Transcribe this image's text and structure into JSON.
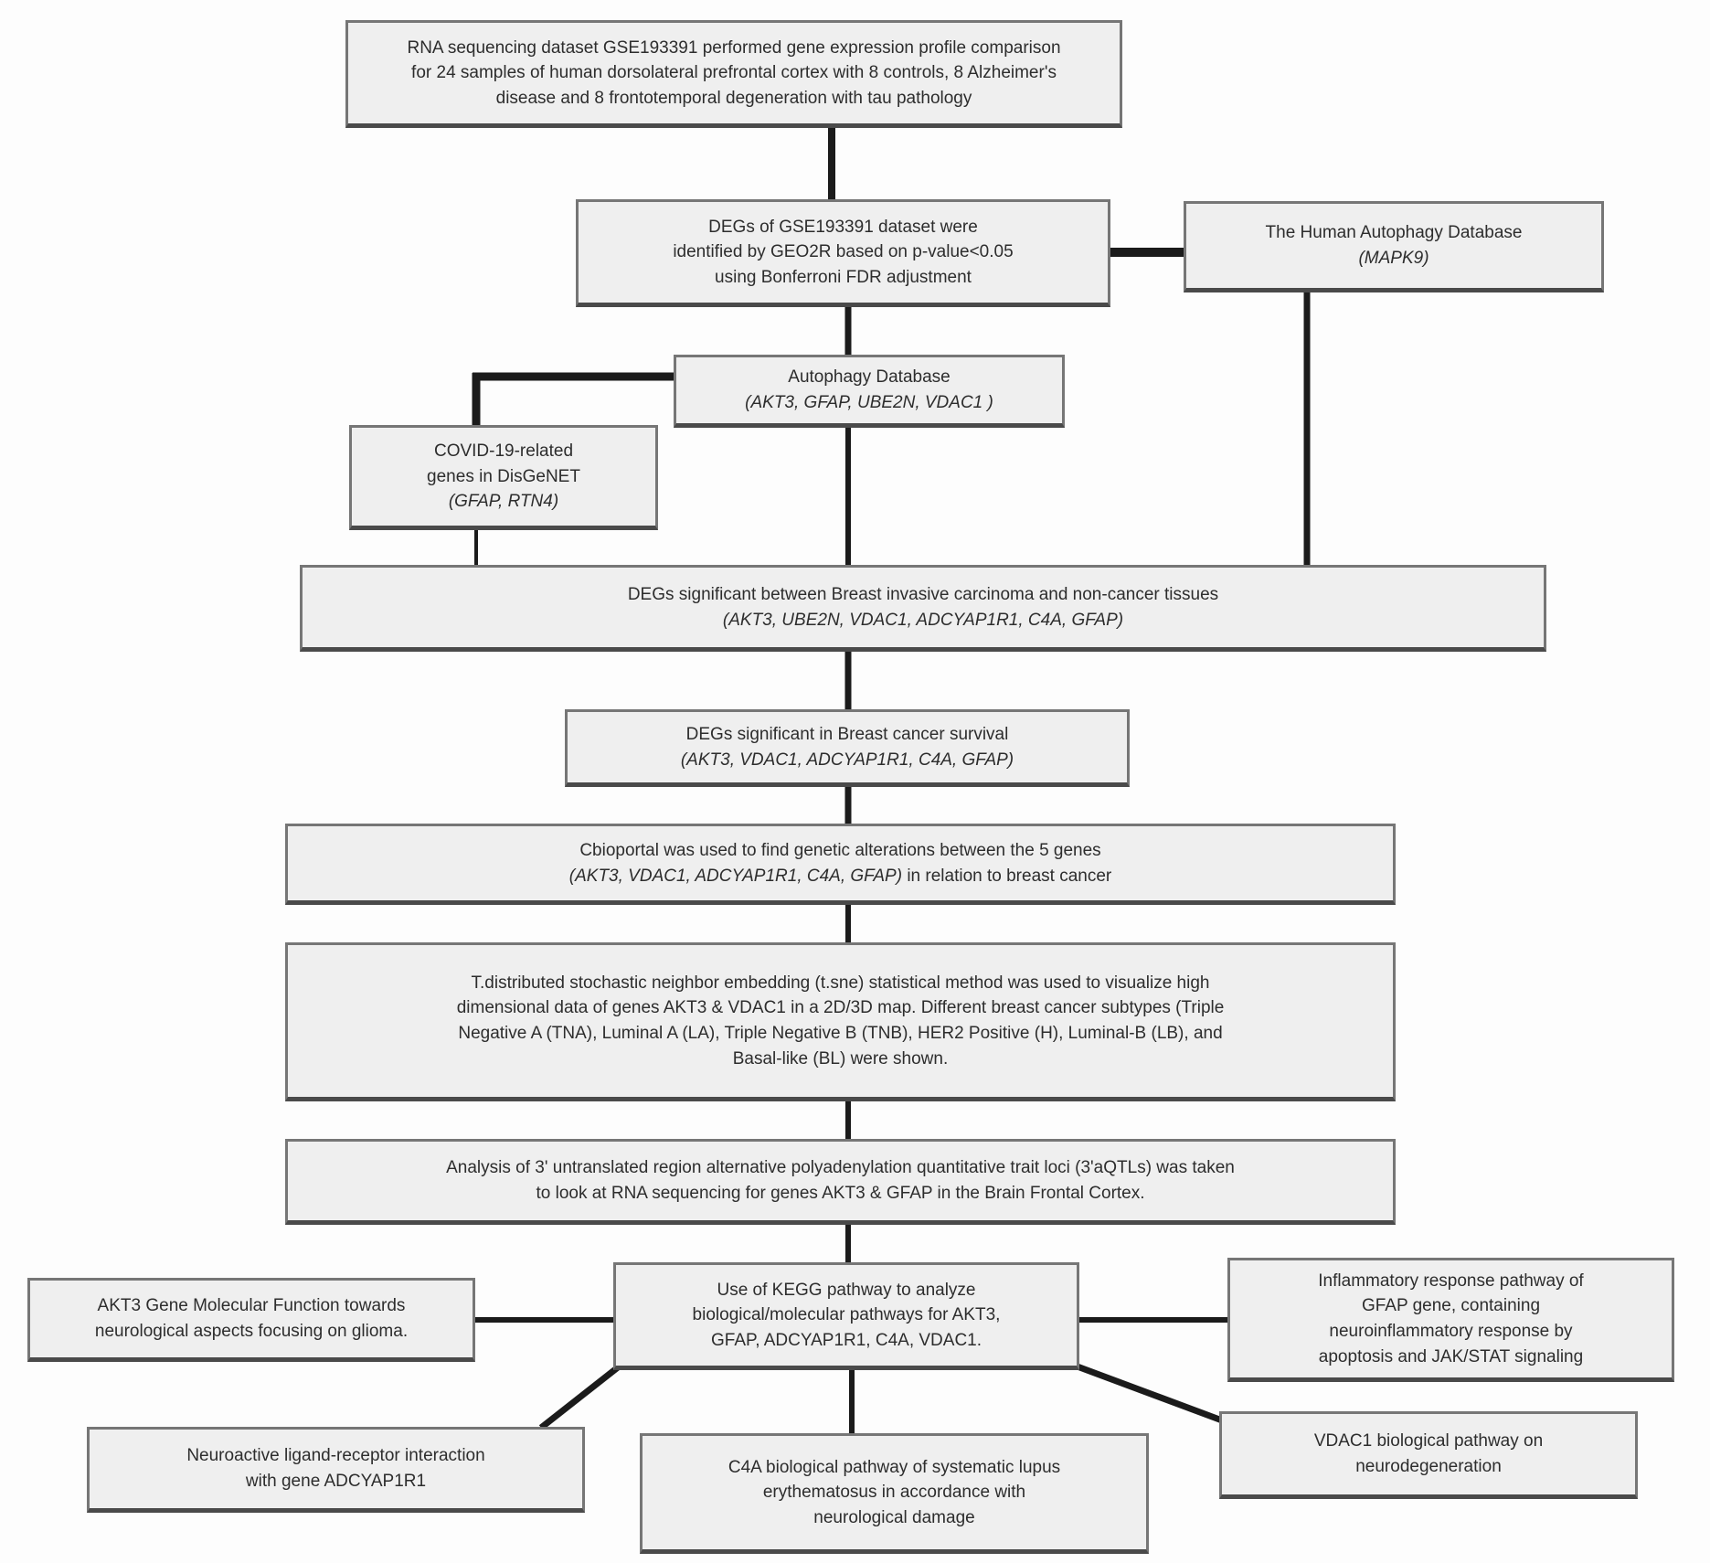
{
  "flowchart": {
    "colors": {
      "box_fill": "#efefef",
      "box_border": "#767676",
      "connector": "#1b1b1b",
      "text": "#2d2d2d",
      "background": "#fdfdfd"
    },
    "boxes": {
      "rna_dataset": {
        "lines": [
          "RNA sequencing dataset GSE193391 performed gene expression profile comparison",
          "for 24 samples of human dorsolateral prefrontal cortex with 8 controls, 8 Alzheimer's",
          "disease and 8 frontotemporal degeneration with tau pathology"
        ]
      },
      "degs_geo2r": {
        "lines": [
          "DEGs of GSE193391 dataset were",
          "identified by GEO2R based on p-value<0.05",
          "using Bonferroni FDR adjustment"
        ]
      },
      "human_autophagy_db": {
        "title": "The Human Autophagy Database",
        "genes": "(MAPK9)"
      },
      "autophagy_db": {
        "title": "Autophagy Database",
        "genes": "(AKT3, GFAP, UBE2N, VDAC1 )"
      },
      "covid_disgenet": {
        "lines": [
          "COVID-19-related",
          "genes in DisGeNET"
        ],
        "genes": "(GFAP, RTN4)"
      },
      "brca_degs": {
        "title": "DEGs significant between Breast invasive carcinoma and non-cancer tissues",
        "genes": "(AKT3, UBE2N, VDAC1, ADCYAP1R1, C4A, GFAP)"
      },
      "survival_degs": {
        "title": "DEGs significant in Breast cancer survival",
        "genes": "(AKT3, VDAC1, ADCYAP1R1, C4A, GFAP)"
      },
      "cbioportal": {
        "title": "Cbioportal was used to find genetic alterations between the 5 genes",
        "genes": "(AKT3, VDAC1, ADCYAP1R1, C4A, GFAP)",
        "suffix": " in relation to breast cancer"
      },
      "tsne": {
        "lines": [
          "T.distributed stochastic neighbor embedding (t.sne) statistical method was used to visualize high",
          "dimensional data of genes AKT3 & VDAC1 in a 2D/3D map. Different breast cancer subtypes (Triple",
          "Negative A (TNA), Luminal A (LA), Triple Negative B (TNB), HER2 Positive (H), Luminal-B (LB), and",
          "Basal-like (BL) were shown."
        ]
      },
      "aqtl": {
        "lines": [
          "Analysis of 3' untranslated region alternative polyadenylation quantitative trait loci (3'aQTLs) was taken",
          "to look at RNA sequencing for genes AKT3 & GFAP in the Brain Frontal Cortex."
        ]
      },
      "kegg": {
        "lines": [
          "Use of KEGG pathway to analyze",
          "biological/molecular pathways for AKT3,",
          "GFAP, ADCYAP1R1, C4A, VDAC1."
        ]
      },
      "akt3_glioma": {
        "lines": [
          "AKT3 Gene Molecular Function towards",
          "neurological aspects focusing on glioma."
        ]
      },
      "inflammatory": {
        "lines": [
          "Inflammatory response pathway of",
          "GFAP gene, containing",
          "neuroinflammatory response  by",
          "apoptosis and JAK/STAT signaling"
        ]
      },
      "neuroactive": {
        "lines": [
          "Neuroactive ligand-receptor interaction",
          "with gene ADCYAP1R1"
        ]
      },
      "c4a_lupus": {
        "lines": [
          "C4A biological pathway of  systematic lupus",
          "erythematosus in accordance with",
          "neurological damage"
        ]
      },
      "vdac1_neuro": {
        "lines": [
          "VDAC1 biological pathway on",
          "neurodegeneration"
        ]
      }
    }
  }
}
